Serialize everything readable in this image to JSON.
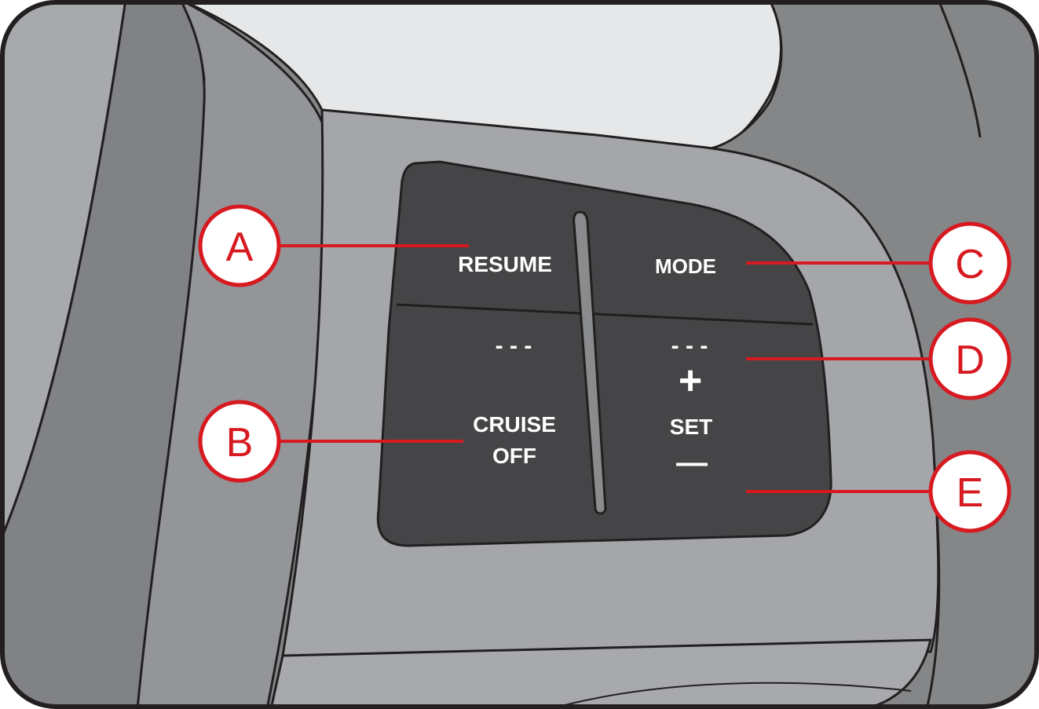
{
  "diagram": {
    "buttons": {
      "resume": "RESUME",
      "mode": "MODE",
      "cruise_off_line1": "CRUISE",
      "cruise_off_line2": "OFF",
      "set": "SET",
      "dashes_left": "- - -",
      "dashes_right": "- - -",
      "plus": "+",
      "minus": "—"
    },
    "callouts": [
      {
        "letter": "A",
        "target": "resume"
      },
      {
        "letter": "B",
        "target": "cruise-off"
      },
      {
        "letter": "C",
        "target": "mode"
      },
      {
        "letter": "D",
        "target": "set-plus"
      },
      {
        "letter": "E",
        "target": "set-minus"
      }
    ],
    "colors": {
      "callout_red": "#d71920",
      "panel_dark": "#454547",
      "housing_gray": "#a5a6a9",
      "frame_gray": "#858688"
    }
  }
}
